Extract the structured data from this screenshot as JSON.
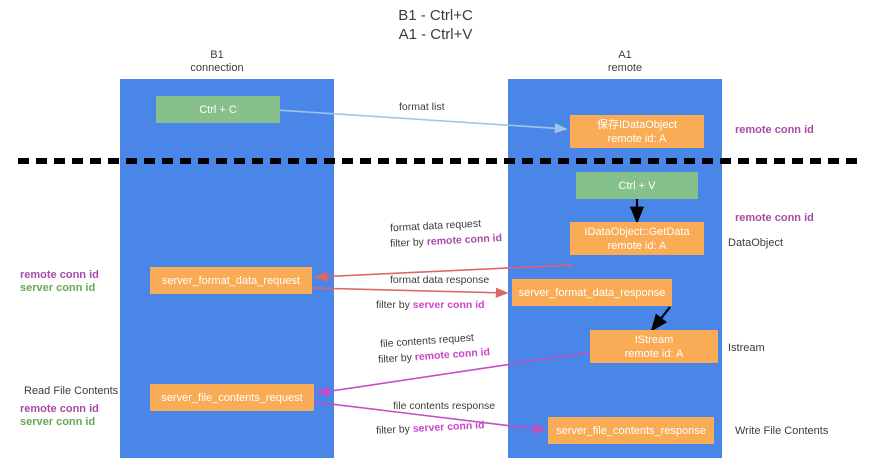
{
  "title": {
    "line1": "B1 - Ctrl+C",
    "line2": "A1 - Ctrl+V"
  },
  "lanes": [
    {
      "id": "b1",
      "name": "B1",
      "role": "connection"
    },
    {
      "id": "a1",
      "name": "A1",
      "role": "remote"
    }
  ],
  "nodes": {
    "ctrl_c": {
      "l1": "Ctrl + C",
      "l2": ""
    },
    "save_dataobject": {
      "l1": "保存IDataObject",
      "l2": "remote id: A"
    },
    "ctrl_v": {
      "l1": "Ctrl + V",
      "l2": ""
    },
    "getdata": {
      "l1": "IDataObject::GetData",
      "l2": "remote id: A"
    },
    "fmt_req": {
      "l1": "server_format_data_request",
      "l2": ""
    },
    "fmt_resp": {
      "l1": "server_format_data_response",
      "l2": ""
    },
    "istream": {
      "l1": "IStream",
      "l2": "remote id: A"
    },
    "file_req": {
      "l1": "server_file_contents_request",
      "l2": ""
    },
    "file_resp": {
      "l1": "server_file_contents_response",
      "l2": ""
    }
  },
  "edges": {
    "format_list": {
      "label": "format list"
    },
    "fmt_data_request": {
      "label": "format data request",
      "filter_prefix": "filter by ",
      "filter_key": "remote conn id"
    },
    "fmt_data_response": {
      "label": "format data response",
      "filter_prefix": "filter by ",
      "filter_key": "server conn id"
    },
    "file_request": {
      "label": "file contents request",
      "filter_prefix": "filter by ",
      "filter_key": "remote conn id"
    },
    "file_response": {
      "label": "file contents response",
      "filter_prefix": "filter by ",
      "filter_key": "server conn id"
    }
  },
  "annotations": {
    "right_remote_1": "remote conn id",
    "right_remote_2": "remote conn id",
    "right_dataobject": "DataObject",
    "right_istream": "Istream",
    "right_write_file": "Write File Contents",
    "left_remote": "remote conn id",
    "left_server": "server conn id",
    "left_read_file": "Read File Contents",
    "left_remote_2": "remote conn id",
    "left_server_2": "server conn id"
  },
  "colors": {
    "lane": "#4a86e8",
    "node_orange": "#f9ab55",
    "node_green": "#86c08a",
    "purple": "#a64ca6",
    "magenta": "#cc44cc",
    "green_text": "#6aa84f",
    "arrow_red": "#e06666",
    "arrow_magenta": "#c14fc1",
    "arrow_blue": "#9fc5e8",
    "arrow_black": "#000000",
    "divider": "#000000"
  }
}
